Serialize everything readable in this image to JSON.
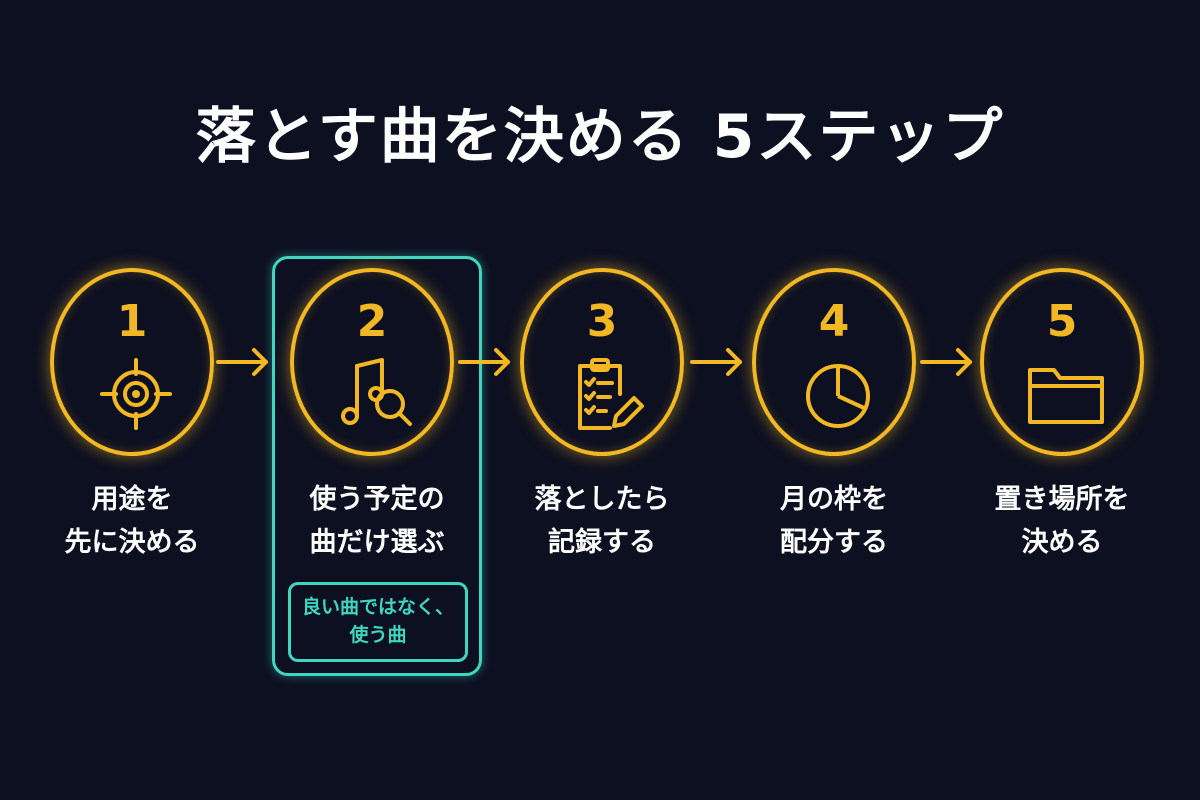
{
  "title": "落とす曲を決める 5ステップ",
  "colors": {
    "accent": "#f2b823",
    "highlight": "#3fd6bf",
    "background": "#0d1021",
    "text": "#ffffff"
  },
  "steps": [
    {
      "number": "1",
      "icon": "target-icon",
      "label_line1": "用途を",
      "label_line2": "先に決める"
    },
    {
      "number": "2",
      "icon": "music-search-icon",
      "label_line1": "使う予定の",
      "label_line2": "曲だけ選ぶ"
    },
    {
      "number": "3",
      "icon": "clipboard-icon",
      "label_line1": "落としたら",
      "label_line2": "記録する"
    },
    {
      "number": "4",
      "icon": "pie-chart-icon",
      "label_line1": "月の枠を",
      "label_line2": "配分する"
    },
    {
      "number": "5",
      "icon": "folder-icon",
      "label_line1": "置き場所を",
      "label_line2": "決める"
    }
  ],
  "note": {
    "line1": "良い曲ではなく、",
    "line2": "使う曲"
  }
}
